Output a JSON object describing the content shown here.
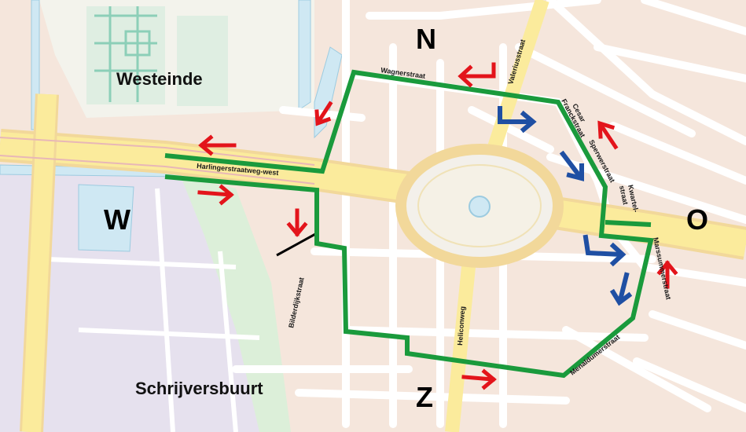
{
  "map": {
    "districts": [
      {
        "id": "westeinde",
        "label": "Westeinde"
      },
      {
        "id": "schrijversbuurt",
        "label": "Schrijversbuurt"
      }
    ],
    "compass": {
      "north": "N",
      "south": "Z",
      "west": "W",
      "east": "O"
    },
    "streets": [
      {
        "id": "wagnerstraat",
        "label": "Wagnerstraat"
      },
      {
        "id": "valeriusstraat",
        "label": "Valeriusstraat"
      },
      {
        "id": "cesar-franckstraat-1",
        "label": "Cesar"
      },
      {
        "id": "cesar-franckstraat-2",
        "label": "Franckstraat"
      },
      {
        "id": "sperwerstraat",
        "label": "Sperwerstraat"
      },
      {
        "id": "kwartelstraat-1",
        "label": "Kwartel-"
      },
      {
        "id": "kwartelstraat-2",
        "label": "straat"
      },
      {
        "id": "harlingerstraatweg-west",
        "label": "Harlingerstraatweg-west"
      },
      {
        "id": "bilderdijkstraat",
        "label": "Bilderdijkstraat"
      },
      {
        "id": "heliconweg",
        "label": "Heliconweg"
      },
      {
        "id": "marssummerstraat",
        "label": "Marssummerstraat"
      },
      {
        "id": "menaldumerstraat",
        "label": "Menaldumerstraat"
      }
    ],
    "colors": {
      "route": "#1a9a3c",
      "arrow_red": "#e3141b",
      "arrow_blue": "#1f4fa3",
      "main_road": "#fbeb9c",
      "building": "#f5e6dc",
      "street": "#ffffff",
      "water": "#cfe8f3",
      "green_area": "#dcefd9",
      "industrial": "#e6e1ee"
    },
    "arrows": [
      {
        "id": "red-arrow-north-wagnerstraat",
        "color": "red",
        "direction": "left"
      },
      {
        "id": "red-arrow-westeinde",
        "color": "red",
        "direction": "down-left"
      },
      {
        "id": "red-arrow-harlinger-west",
        "color": "red",
        "direction": "left"
      },
      {
        "id": "red-arrow-harlinger-east",
        "color": "red",
        "direction": "right"
      },
      {
        "id": "red-arrow-bilderdijk",
        "color": "red",
        "direction": "down"
      },
      {
        "id": "red-arrow-cesar-franck",
        "color": "red",
        "direction": "up-left"
      },
      {
        "id": "red-arrow-marssummer",
        "color": "red",
        "direction": "up"
      },
      {
        "id": "red-arrow-south",
        "color": "red",
        "direction": "right"
      },
      {
        "id": "blue-arrow-valerius",
        "color": "blue",
        "direction": "right"
      },
      {
        "id": "blue-arrow-sperwer",
        "color": "blue",
        "direction": "down-right"
      },
      {
        "id": "blue-arrow-east",
        "color": "blue",
        "direction": "right"
      },
      {
        "id": "blue-arrow-marssummer",
        "color": "blue",
        "direction": "down"
      }
    ]
  }
}
